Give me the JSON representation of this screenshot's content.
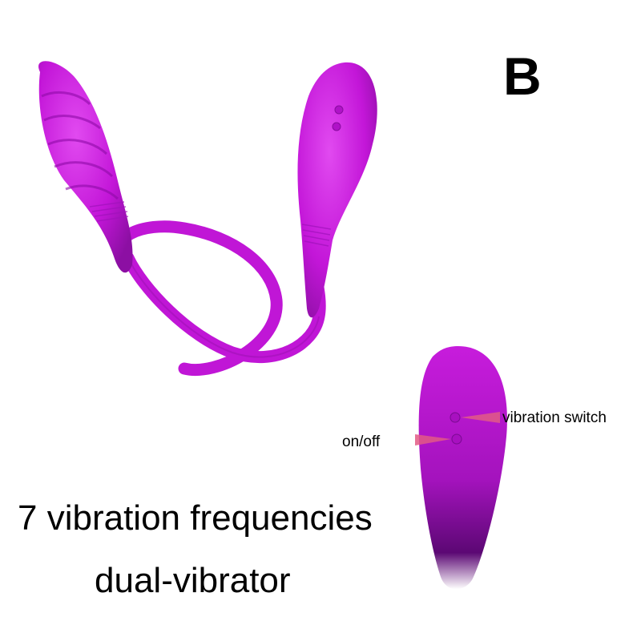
{
  "variant_label": "B",
  "callouts": {
    "vibration_switch": "vibration switch",
    "on_off": "on/off"
  },
  "captions": {
    "line1": "7 vibration frequencies",
    "line2": "dual-vibrator"
  },
  "colors": {
    "product": "#c316d8",
    "product_dark": "#6a0a84",
    "callout_line": "#e25a86"
  }
}
